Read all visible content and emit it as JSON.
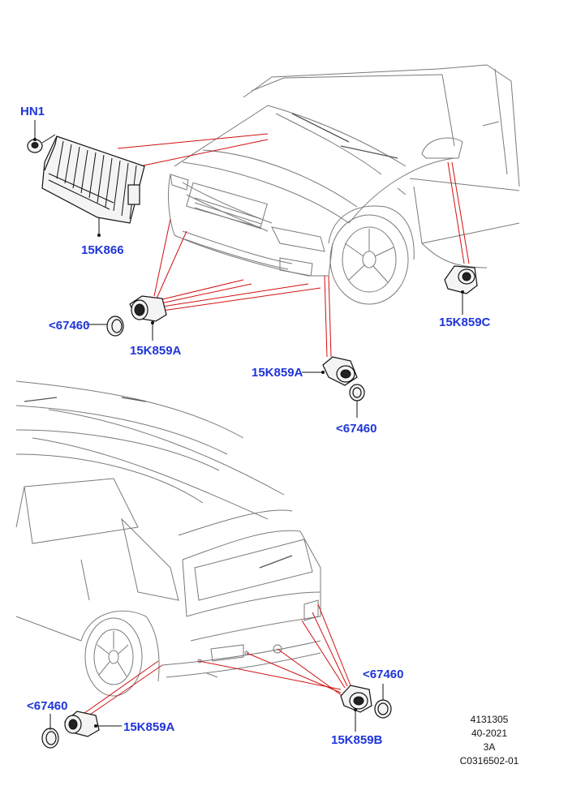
{
  "callouts": {
    "hn1": "HN1",
    "module": "15K866",
    "front_left_sensor": "15K859A",
    "front_left_grommet": "<67460",
    "front_mid_sensor": "15K859A",
    "front_mid_grommet": "<67460",
    "side_sensor": "15K859C",
    "rear_left_grommet": "<67460",
    "rear_left_sensor": "15K859A",
    "rear_right_grommet": "<67460",
    "rear_right_sensor": "15K859B"
  },
  "reference": {
    "line1": "4131305",
    "line2": "40-2021",
    "line3": "3A",
    "line4": "C0316502-01"
  },
  "colors": {
    "callout_text": "#1f35d8",
    "leader_line": "#d11111"
  }
}
